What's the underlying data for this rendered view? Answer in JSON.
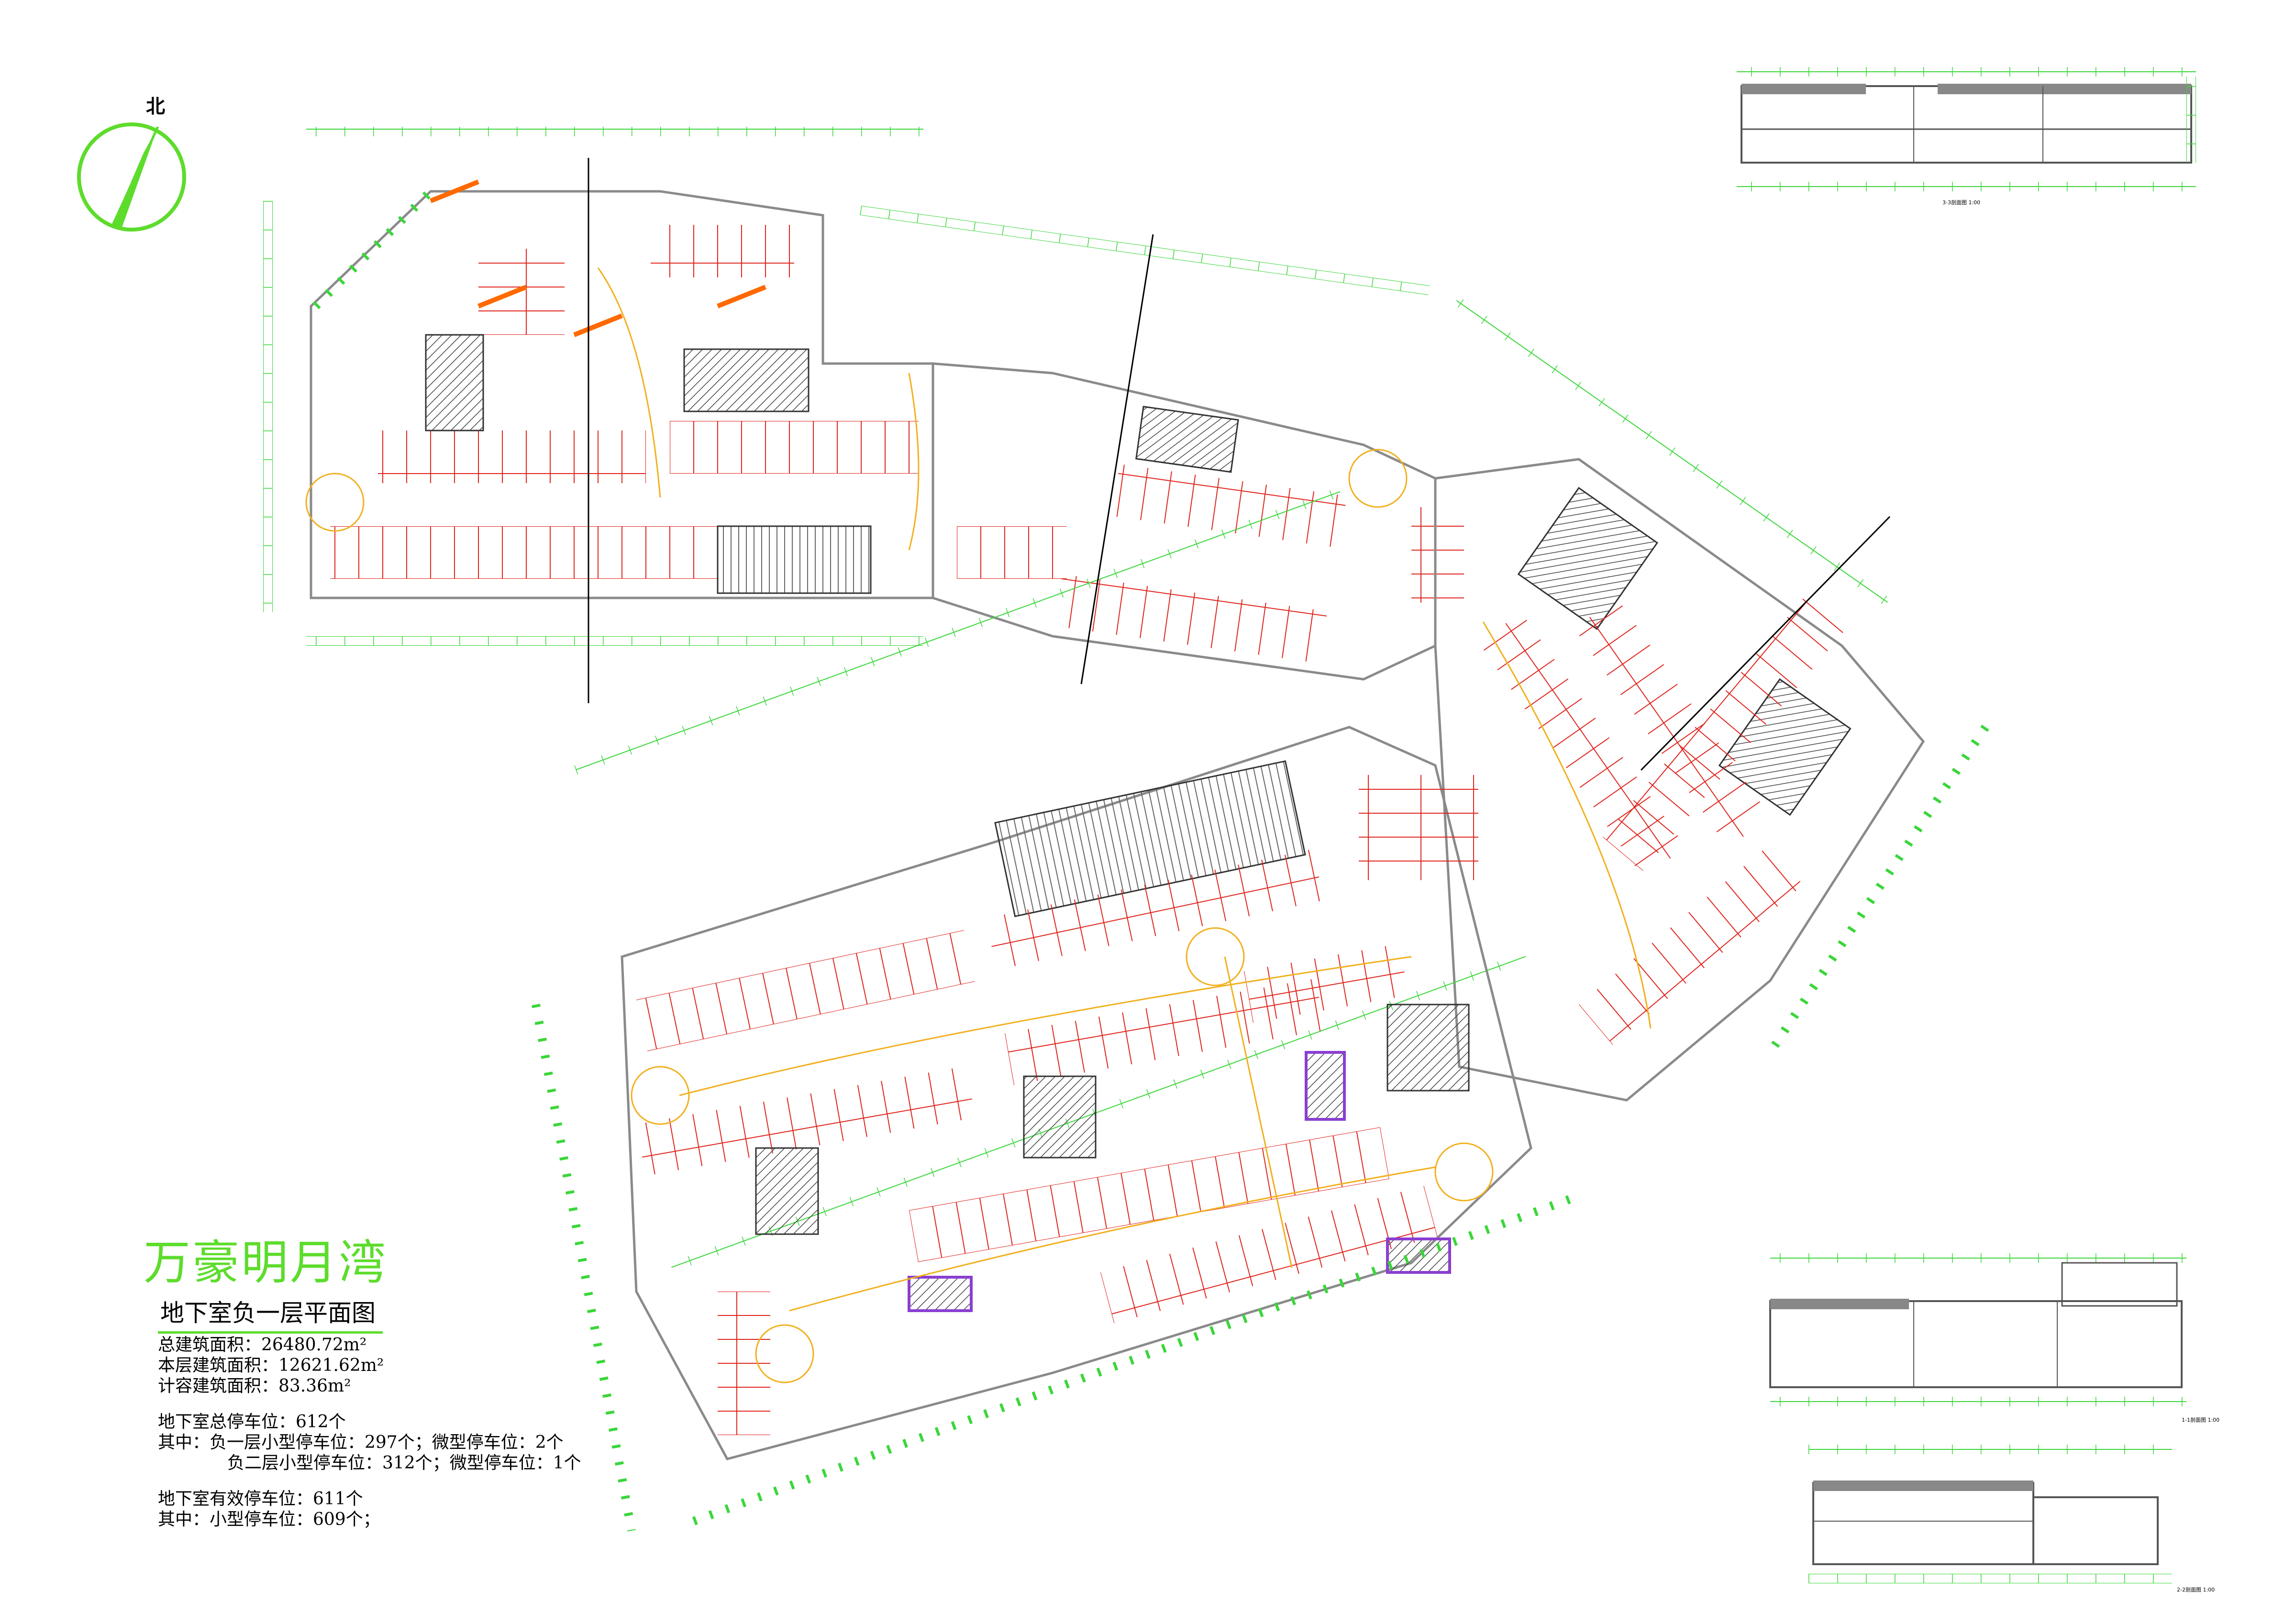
{
  "north_label": "北",
  "title": {
    "project": "万豪明月湾",
    "plan": "地下室负一层平面图"
  },
  "stats": {
    "total_area": "总建筑面积：26480.72m²",
    "floor_area": "本层建筑面积：12621.62m²",
    "far_area": "计容建筑面积：83.36m²",
    "total_parking": "地下室总停车位：612个",
    "b1_parking": "其中：负一层小型停车位：297个；微型停车位：2个",
    "b2_parking": "负二层小型停车位：312个；微型停车位：1个",
    "valid_parking": "地下室有效停车位：611个",
    "valid_detail": "其中：小型停车位：609个；"
  },
  "sections": {
    "s3": "3-3剖面图 1:00",
    "s1": "1-1剖面图 1:00",
    "s2": "2-2剖面图 1:00"
  },
  "colors": {
    "grid_green": "#3ad63a",
    "wall_orange": "#ff6a00",
    "stall_red": "#e0241d",
    "dim_gray": "#7a7a7a",
    "ramp_hatch": "#555555",
    "core_hatch": "#333333",
    "accent_purple": "#8a3fd1",
    "yellow_curve": "#f2b01e",
    "title_green": "#5ddc2c"
  }
}
